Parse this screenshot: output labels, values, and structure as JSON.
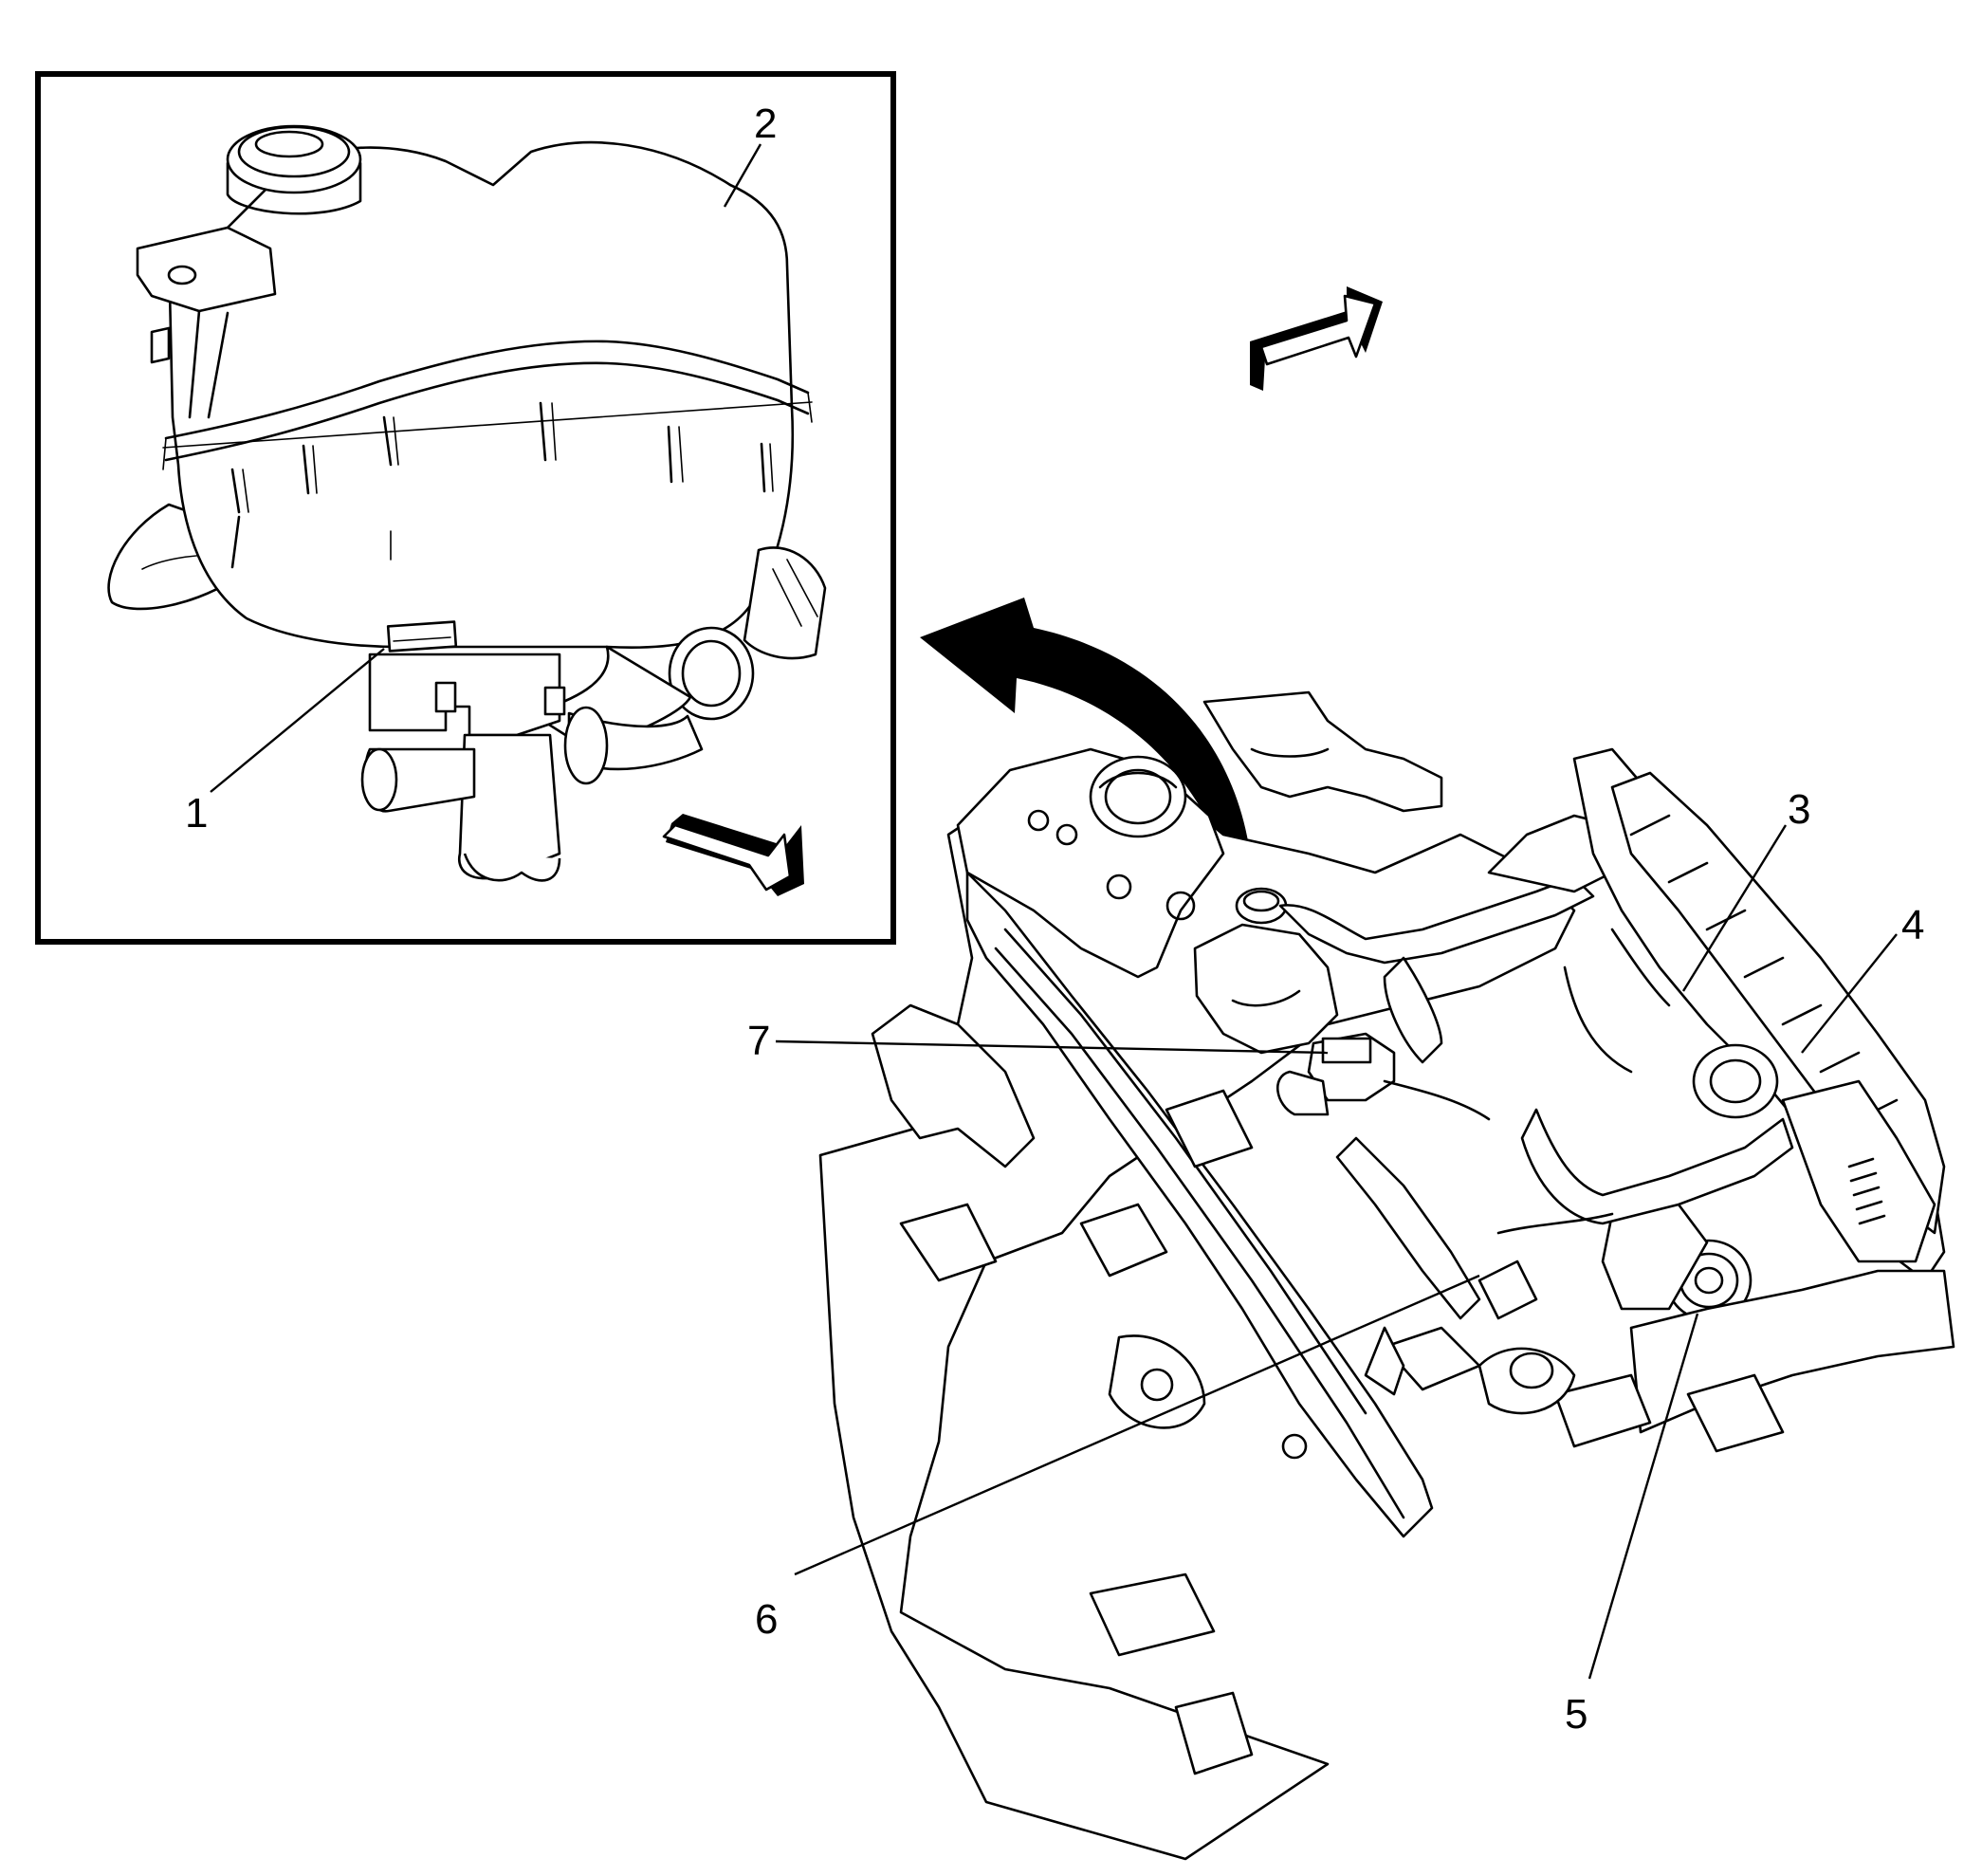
{
  "callouts": {
    "c1": "1",
    "c2": "2",
    "c3": "3",
    "c4": "4",
    "c5": "5",
    "c6": "6",
    "c7": "7"
  },
  "icons": {
    "direction_arrow_inset": "front-direction-arrow-icon",
    "direction_arrow_main": "front-direction-arrow-icon",
    "detail_arrow": "curved-detail-arrow-icon"
  },
  "colors": {
    "line": "#000000",
    "background": "#ffffff"
  }
}
